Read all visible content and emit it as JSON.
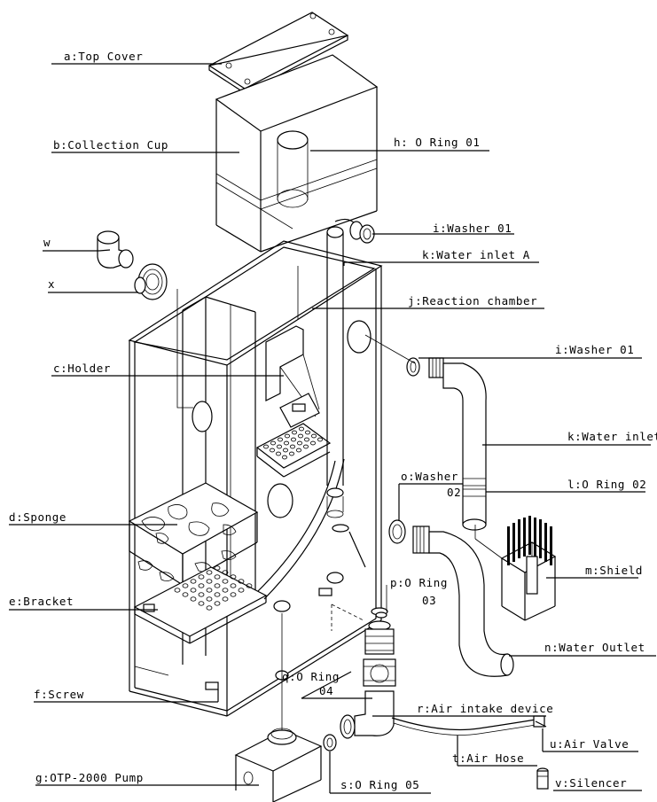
{
  "labels": {
    "a": "a:Top Cover",
    "b": "b:Collection Cup",
    "h": "h: O Ring 01",
    "w": "w",
    "i1": "i:Washer 01",
    "k_a": "k:Water inlet A",
    "x": "x",
    "j": "j:Reaction chamber",
    "c": "c:Holder",
    "i2": "i:Washer 01",
    "k_b": "k:Water inlet B",
    "o_1": "o:Washer",
    "o_2": "02",
    "l": "l:O Ring 02",
    "d": "d:Sponge",
    "m": "m:Shield",
    "p_1": "p:O Ring",
    "p_2": "03",
    "e": "e:Bracket",
    "n": "n:Water Outlet",
    "f": "f:Screw",
    "q_1": "q:O Ring",
    "q_2": "04",
    "r": "r:Air intake device",
    "u": "u:Air Valve",
    "t": "t:Air Hose",
    "g": "g:OTP-2000 Pump",
    "s": "s:O Ring 05",
    "v": "v:Silencer"
  }
}
